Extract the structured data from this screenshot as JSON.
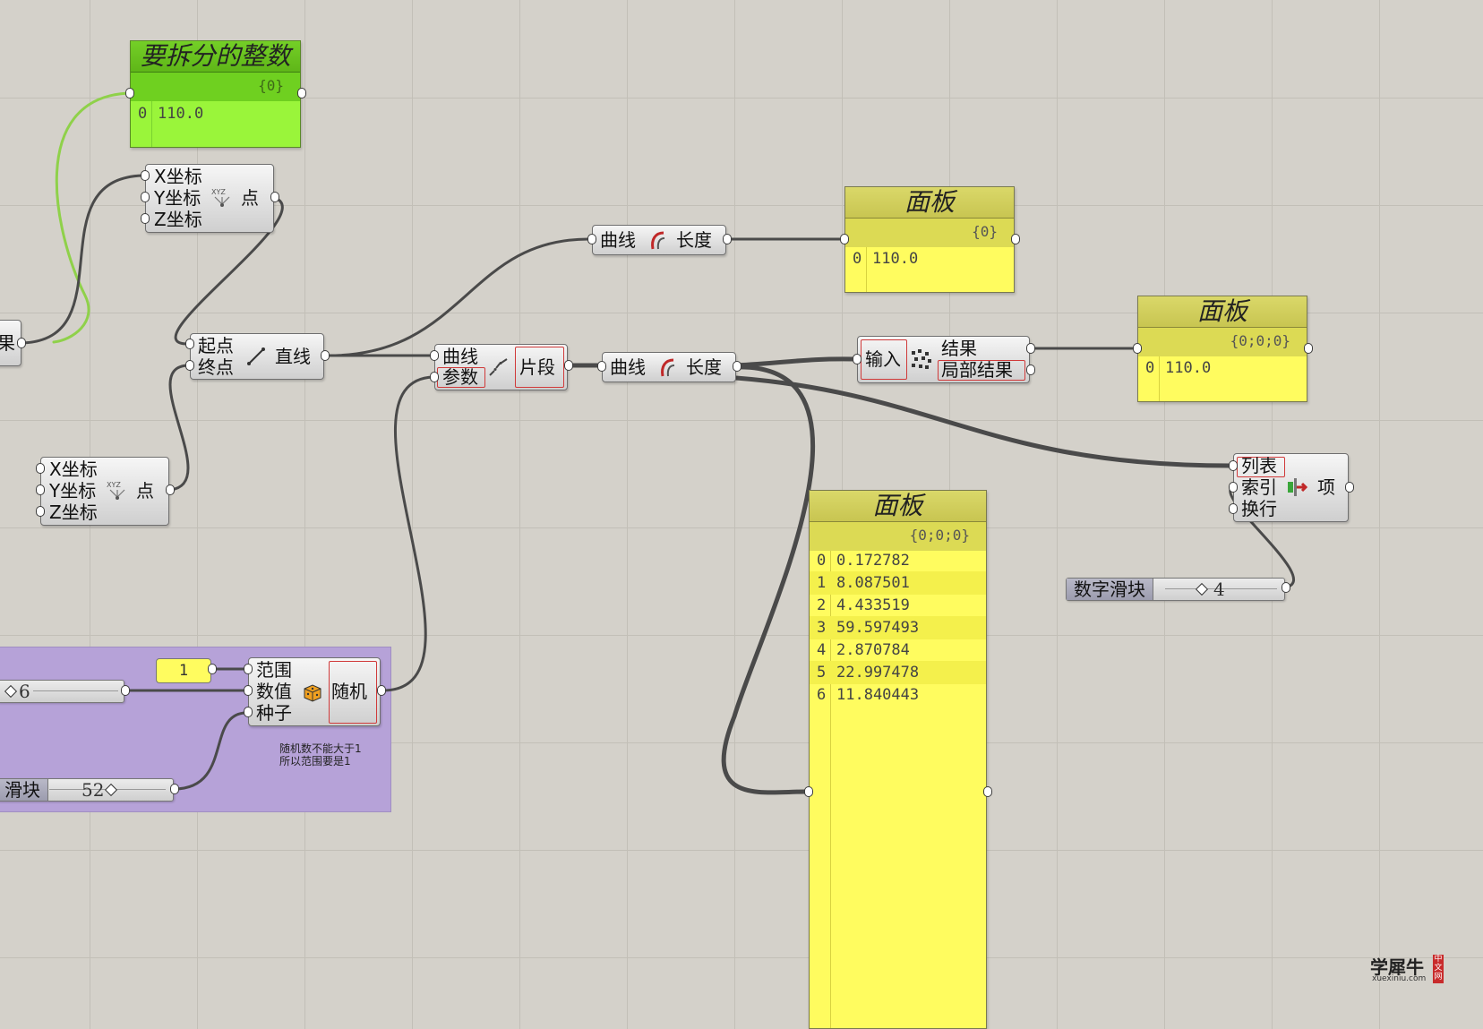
{
  "colors": {
    "canvas": "#d4d1ca",
    "wire": "#4a4a4a",
    "panel_yellow": "#fffc5f",
    "panel_green": "#9af53a",
    "group_purple": "#b6a2d8",
    "highlight_red": "#d03a3a"
  },
  "green_panel": {
    "title": "要拆分的整数",
    "path": "{0}",
    "rows": [
      {
        "index": "0",
        "value": "110.0"
      }
    ]
  },
  "panel_length": {
    "title": "面板",
    "path": "{0}",
    "rows": [
      {
        "index": "0",
        "value": "110.0"
      }
    ]
  },
  "panel_result": {
    "title": "面板",
    "path": "{0;0;0}",
    "rows": [
      {
        "index": "0",
        "value": "110.0"
      }
    ]
  },
  "panel_segments": {
    "title": "面板",
    "path": "{0;0;0}",
    "rows": [
      {
        "index": "0",
        "value": "0.172782"
      },
      {
        "index": "1",
        "value": "8.087501"
      },
      {
        "index": "2",
        "value": "4.433519"
      },
      {
        "index": "3",
        "value": "59.597493"
      },
      {
        "index": "4",
        "value": "2.870784"
      },
      {
        "index": "5",
        "value": "22.997478"
      },
      {
        "index": "6",
        "value": "11.840443"
      }
    ]
  },
  "point_top": {
    "inputs": [
      "X坐标",
      "Y坐标",
      "Z坐标"
    ],
    "output": "点",
    "icon": "xyz-point-icon"
  },
  "point_bottom": {
    "inputs": [
      "X坐标",
      "Y坐标",
      "Z坐标"
    ],
    "output": "点",
    "icon": "xyz-point-icon"
  },
  "partial_left": {
    "label": "果"
  },
  "line_comp": {
    "inputs": [
      "起点",
      "终点"
    ],
    "output": "直线",
    "icon": "line-icon"
  },
  "length_top": {
    "input": "曲线",
    "output": "长度",
    "icon": "curve-length-icon"
  },
  "segment_comp": {
    "inputs": [
      "曲线",
      "参数"
    ],
    "output": "片段",
    "icon": "shatter-icon"
  },
  "length_mid": {
    "input": "曲线",
    "output": "长度",
    "icon": "curve-length-icon"
  },
  "mass_add": {
    "input": "输入",
    "outputs": [
      "结果",
      "局部结果"
    ],
    "icon": "mass-addition-icon"
  },
  "list_item": {
    "inputs": [
      "列表",
      "索引",
      "换行"
    ],
    "output": "项",
    "icon": "list-item-icon"
  },
  "random_comp": {
    "inputs": [
      "范围",
      "数值",
      "种子"
    ],
    "output": "随机",
    "icon": "random-dice-icon"
  },
  "slider_item": {
    "name": "数字滑块",
    "value": "4"
  },
  "slider_count": {
    "value": "6"
  },
  "slider_seed": {
    "name": "滑块",
    "value": "52"
  },
  "range_value": {
    "value": "1"
  },
  "group_note": {
    "line1": "随机数不能大于1",
    "line2": "所以范围要是1"
  },
  "watermark": {
    "main": "学犀牛",
    "sub": "xuexiniu.com",
    "stamp": "中文网"
  }
}
